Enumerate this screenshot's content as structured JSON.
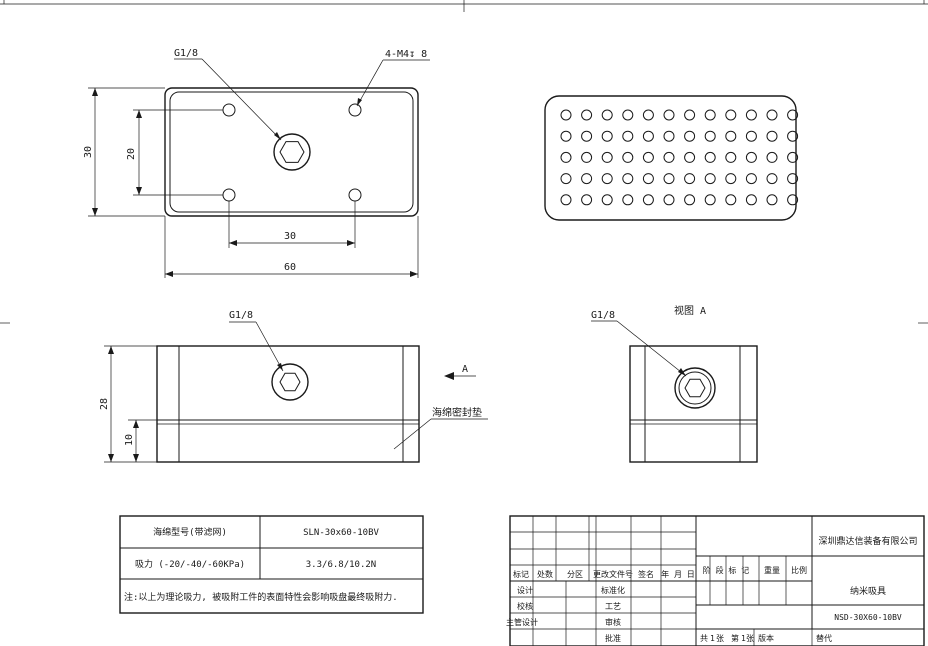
{
  "top_view": {
    "port_label": "G1/8",
    "holes_label": "4-M4↧ 8",
    "dim_height_outer": "30",
    "dim_height_inner": "20",
    "dim_width_inner": "30",
    "dim_width_outer": "60"
  },
  "view_a": {
    "rows": 5,
    "cols": 12
  },
  "front_view": {
    "port_label": "G1/8",
    "dim_height": "28",
    "dim_foam": "10",
    "arrow_label": "A",
    "foam_label": "海绵密封垫"
  },
  "side_view": {
    "title": "视图 A",
    "port_label": "G1/8"
  },
  "spec_table": {
    "row1_label": "海绵型号(带滤网)",
    "row1_value": "SLN-30x60-10BV",
    "row2_label": "吸力 (-20/-40/-60KPa)",
    "row2_value": "3.3/6.8/10.2N",
    "note": "注:以上为理论吸力, 被吸附工件的表面特性会影响吸盘最终吸附力."
  },
  "title_block": {
    "company": "深圳鼎达信装备有限公司",
    "part_name": "纳米吸具",
    "part_code": "NSD-30X60-10BV",
    "h_biaoji": "标记",
    "h_chushu": "处数",
    "h_fenqu": "分区",
    "h_gengai": "更改文件号",
    "h_qianming": "签名",
    "h_nianyueri": "年 月 日",
    "sheji": "设计",
    "biaozhunhua": "标准化",
    "jiaohe": "校核",
    "gongyi": "工艺",
    "zhuguan": "主管设计",
    "shenhe": "审核",
    "pizhun": "批准",
    "jieduan": "阶 段 标 记",
    "zhongliang": "重量",
    "bili": "比例",
    "gong": "共",
    "zhang1": "张",
    "di": "第",
    "zhang2": "张",
    "banben": "版本",
    "tidai": "替代",
    "sheet_total": "1",
    "sheet_no": "1"
  }
}
